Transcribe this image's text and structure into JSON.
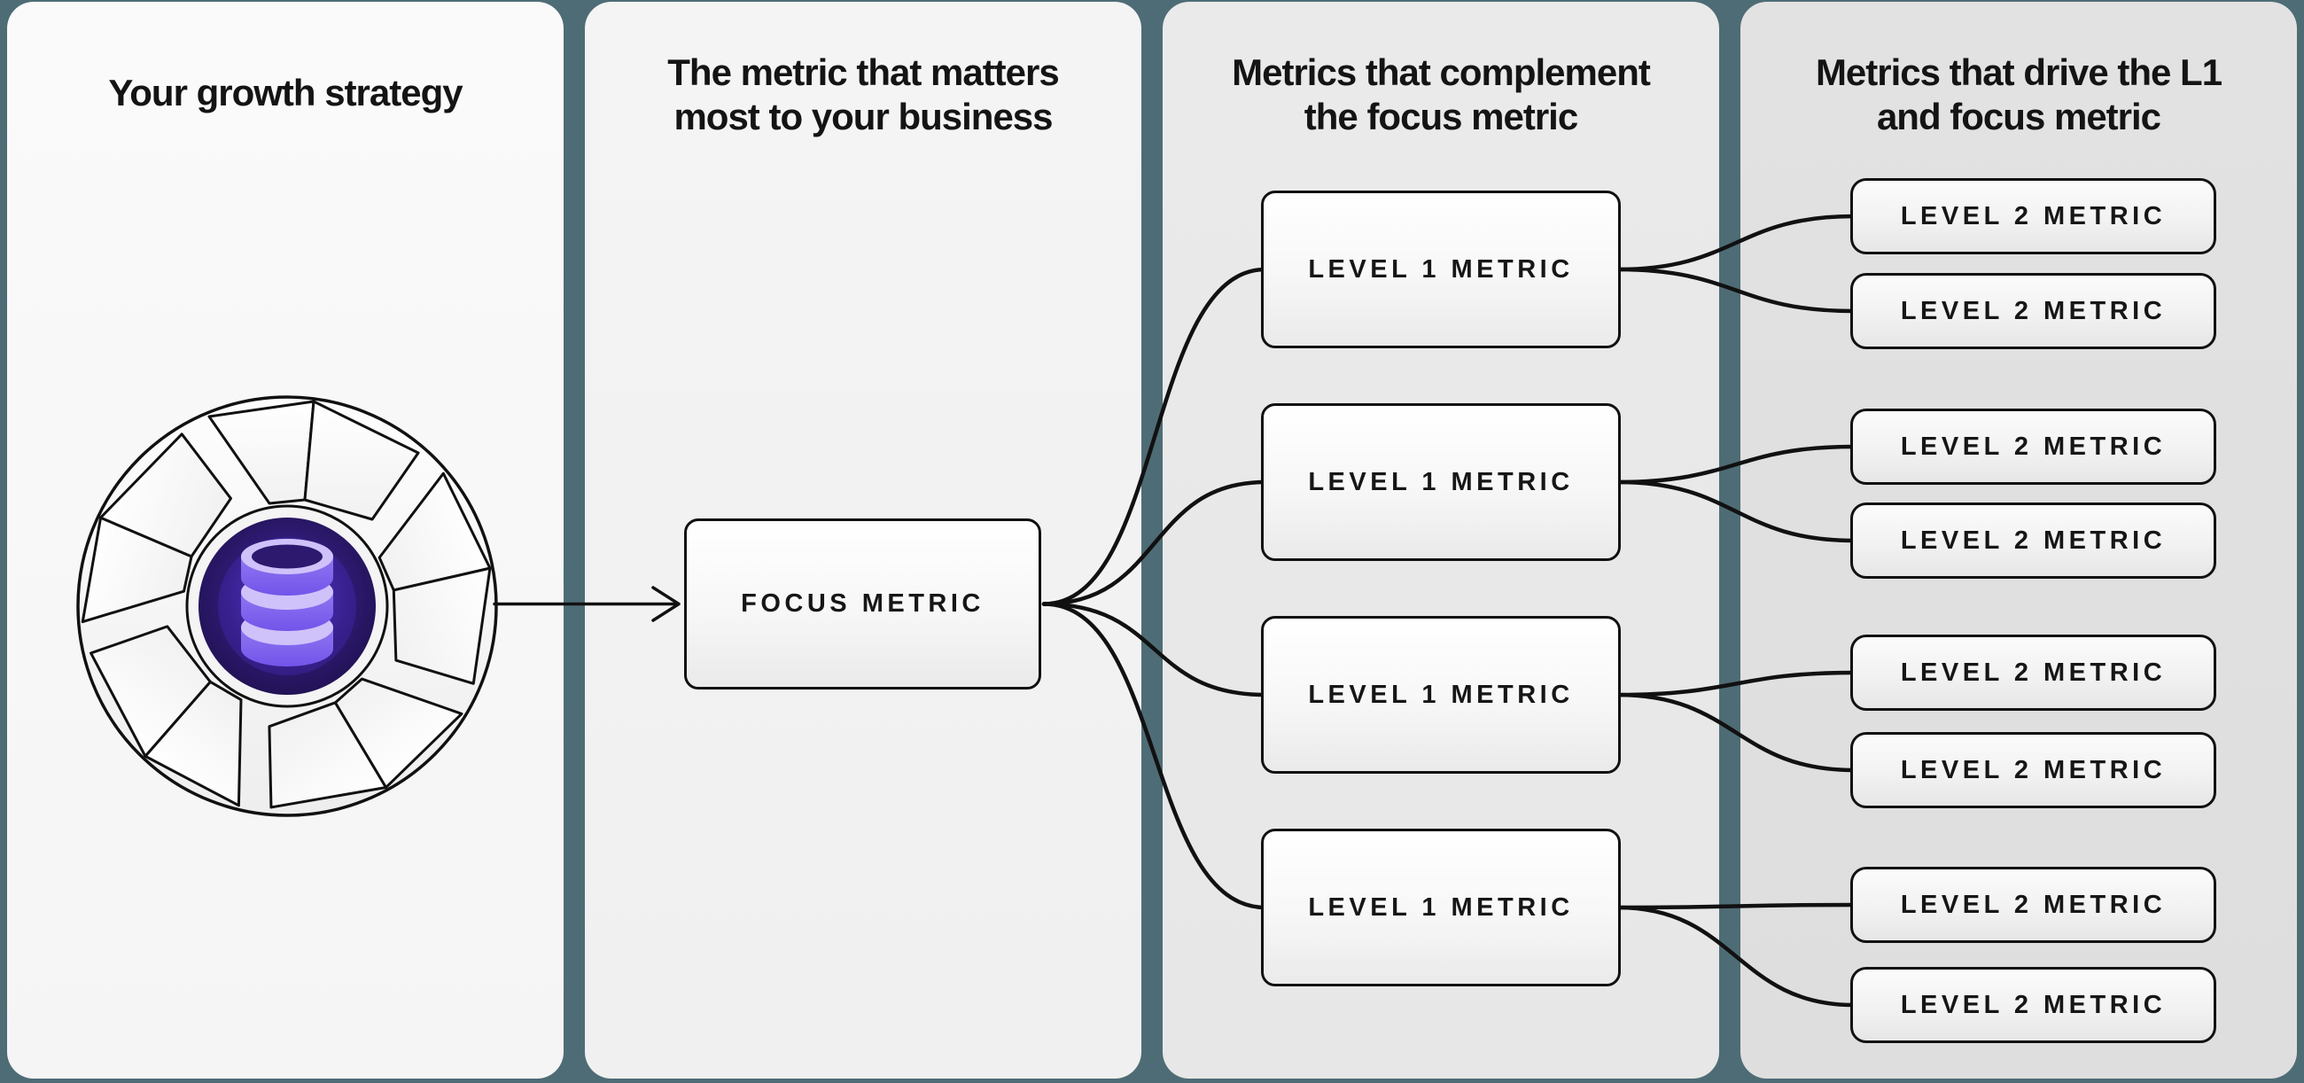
{
  "app": {
    "background_color": "#4e6c75",
    "panel_colors": [
      "#f7f7f7",
      "#f2f2f2",
      "#e9e9e9",
      "#e0e0e0"
    ],
    "accent_purple": "#6b4df0",
    "line_color": "#111111"
  },
  "columns": [
    {
      "title_lines": [
        "Your growth strategy",
        ""
      ]
    },
    {
      "title_lines": [
        "The metric that matters",
        "most to your business"
      ]
    },
    {
      "title_lines": [
        "Metrics that complement",
        "the focus metric"
      ]
    },
    {
      "title_lines": [
        "Metrics that drive the L1",
        "and focus metric"
      ]
    }
  ],
  "diagram": {
    "icon": {
      "name": "growth-flywheel-with-database",
      "center_glyph": "database"
    },
    "focus": {
      "label": "FOCUS METRIC"
    },
    "level1": [
      {
        "label": "LEVEL 1 METRIC"
      },
      {
        "label": "LEVEL 1 METRIC"
      },
      {
        "label": "LEVEL 1 METRIC"
      },
      {
        "label": "LEVEL 1 METRIC"
      }
    ],
    "level2": [
      {
        "label": "LEVEL 2 METRIC"
      },
      {
        "label": "LEVEL 2 METRIC"
      },
      {
        "label": "LEVEL 2 METRIC"
      },
      {
        "label": "LEVEL 2 METRIC"
      },
      {
        "label": "LEVEL 2 METRIC"
      },
      {
        "label": "LEVEL 2 METRIC"
      },
      {
        "label": "LEVEL 2 METRIC"
      },
      {
        "label": "LEVEL 2 METRIC"
      }
    ]
  }
}
